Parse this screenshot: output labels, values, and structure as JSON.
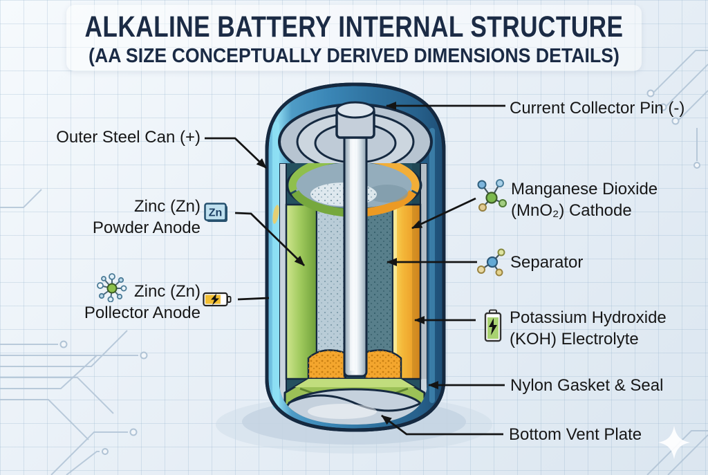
{
  "title": {
    "main": "ALKALINE BATTERY INTERNAL STRUCTURE",
    "subtitle": "(AA SIZE CONCEPTUALLY DERIVED DIMENSIONS DETAILS)"
  },
  "callouts": {
    "outer_can": {
      "text": "Outer Steel Can (+)"
    },
    "powder_anode": {
      "line1": "Zinc (Zn)",
      "line2": "Powder Anode",
      "badge": "Zn"
    },
    "collector_anode": {
      "line1": "Zinc (Zn)",
      "line2": "Pollector Anode"
    },
    "collector_pin": {
      "text": "Current Collector Pin (-)"
    },
    "cathode": {
      "line1": "Manganese Dioxide",
      "line2": "(MnO₂) Cathode"
    },
    "separator": {
      "text": "Separator"
    },
    "electrolyte": {
      "line1": "Potassium Hydroxide",
      "line2": "(KOH) Electrolyte"
    },
    "gasket": {
      "text": "Nylon Gasket & Seal"
    },
    "vent_plate": {
      "text": "Bottom Vent Plate"
    }
  },
  "icons": {
    "zn_badge": "zn-symbol-badge",
    "powder_anode_molecule": "molecule-icon",
    "anode_battery": "battery-bolt-horizontal-icon",
    "cathode_molecule": "molecule-icon",
    "separator_molecule": "molecule-icon",
    "electrolyte_battery": "battery-bolt-vertical-icon",
    "sparkle": "sparkle-icon"
  },
  "colors": {
    "title_navy": "#1b2b45",
    "label_text": "#171717",
    "can_blue": "#3a86b6",
    "can_highlight_cyan": "#8edcf2",
    "anode_green": "#8fbf4d",
    "cathode_orange": "#f2a93b",
    "electrolyte_teal": "#587f8b",
    "gasket_green": "#9cc157",
    "vent_grey": "#c5d1dd",
    "outline_navy": "#152940",
    "background": "#e9f0f7",
    "circuit_trace": "#b0c3d5"
  }
}
